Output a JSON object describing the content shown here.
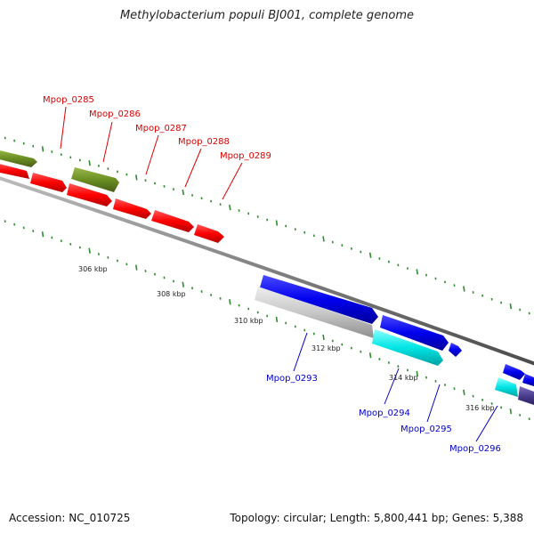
{
  "title": "Methylobacterium populi BJ001, complete genome",
  "footer": {
    "accession": "Accession: NC_010725",
    "topology": "Topology: circular; Length: 5,800,441 bp; Genes: 5,388"
  },
  "colors": {
    "red": "#ff0000",
    "olive": "#6b8e23",
    "blue": "#0000ee",
    "cyan": "#00e5e5",
    "gray": "#c8c8c8",
    "slate": "#4b3d8f",
    "tick": "#2e8b2e",
    "backbone": "#808080",
    "label_red": "#dd0000",
    "label_blue": "#0000cc"
  },
  "ticks": [
    "306 kbp",
    "308 kbp",
    "310 kbp",
    "312 kbp",
    "314 kbp",
    "316 kbp"
  ],
  "gene_labels": [
    {
      "text": "Mpop_0285",
      "color": "red"
    },
    {
      "text": "Mpop_0286",
      "color": "red"
    },
    {
      "text": "Mpop_0287",
      "color": "red"
    },
    {
      "text": "Mpop_0288",
      "color": "red"
    },
    {
      "text": "Mpop_0289",
      "color": "red"
    },
    {
      "text": "Mpop_0293",
      "color": "blue"
    },
    {
      "text": "Mpop_0294",
      "color": "blue"
    },
    {
      "text": "Mpop_0295",
      "color": "blue"
    },
    {
      "text": "Mpop_0296",
      "color": "blue"
    }
  ]
}
